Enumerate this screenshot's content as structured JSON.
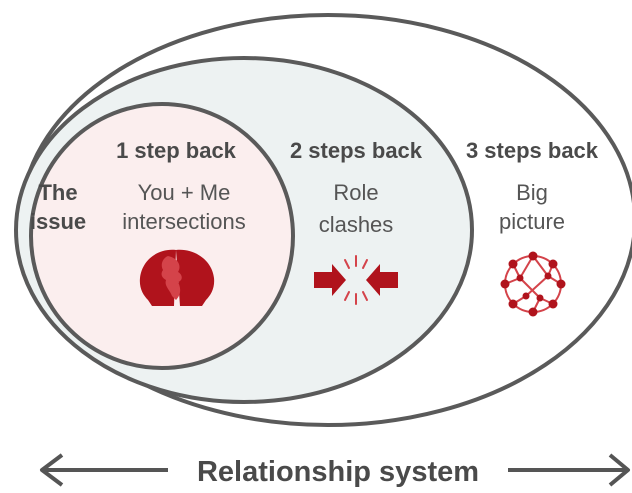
{
  "colors": {
    "outline": "#5a5a5a",
    "text_dark": "#4a4a4a",
    "text_mid": "#555555",
    "issue_fill": "#fbeeee",
    "middle_fill": "#edf2f2",
    "outer_fill": "#ffffff",
    "accent": "#b0131c",
    "accent_light": "#d4434a"
  },
  "labels": {
    "issue_line1": "The",
    "issue_line2": "issue",
    "step1_title": "1 step back",
    "step1_line1": "You + Me",
    "step1_line2": "intersections",
    "step2_title": "2 steps back",
    "step2_line1": "Role",
    "step2_line2": "clashes",
    "step3_title": "3 steps back",
    "step3_line1": "Big",
    "step3_line2": "picture",
    "axis_label": "Relationship system"
  },
  "icons": {
    "step1": "two-faces-icon",
    "step2": "clash-arrows-icon",
    "step3": "network-globe-icon",
    "axis_left": "arrow-left-icon",
    "axis_right": "arrow-right-icon"
  }
}
